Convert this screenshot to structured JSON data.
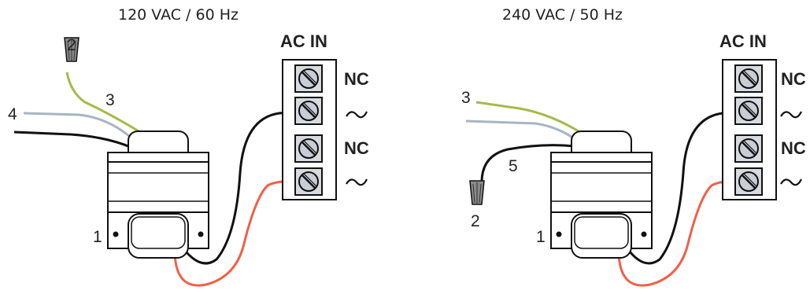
{
  "left": {
    "header": "120 VAC / 60 Hz",
    "terminal_title": "AC IN",
    "terminal_labels": [
      "NC",
      "~",
      "NC",
      "~"
    ],
    "callouts": {
      "transformer": "1",
      "wire_nut": "2",
      "lead_yellow": "3",
      "lead_gray": "4"
    }
  },
  "right": {
    "header": "240 VAC / 50 Hz",
    "terminal_title": "AC IN",
    "terminal_labels": [
      "NC",
      "~",
      "NC",
      "~"
    ],
    "callouts": {
      "transformer": "1",
      "wire_nut": "2",
      "lead_yellow": "3",
      "lead_black": "5"
    }
  },
  "colors": {
    "wire_black": "#111111",
    "wire_red": "#f0604a",
    "wire_yellow": "#a8b84a",
    "wire_gray": "#a7b5c4",
    "transformer_fill": "#ffffff",
    "outline": "#111111",
    "screw_fill": "#c9ced6"
  },
  "icons": [
    "transformer-icon",
    "terminal-block-icon",
    "screw-icon",
    "wire-nut-icon",
    "tilde-symbol"
  ]
}
